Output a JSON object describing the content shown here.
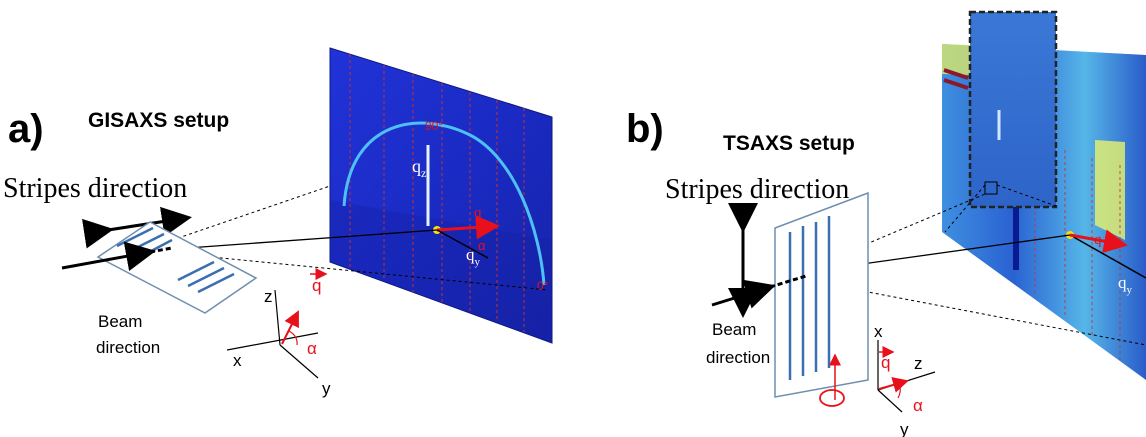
{
  "panel_a": {
    "letter": "a)",
    "title": "GISAXS setup",
    "stripes_label": "Stripes direction",
    "beam_label_1": "Beam",
    "beam_label_2": "direction",
    "axis_x": "x",
    "axis_y": "y",
    "axis_z": "z",
    "q_label": "q",
    "alpha_label": "α",
    "detector_labels": {
      "deg90": "90°",
      "deg0": "0°",
      "qz": "q",
      "qz_sub": "z",
      "qy": "q",
      "qy_sub": "y",
      "q": "q",
      "alpha": "α"
    }
  },
  "panel_b": {
    "letter": "b)",
    "title": "TSAXS setup",
    "stripes_label": "Stripes direction",
    "beam_label_1": "Beam",
    "beam_label_2": "direction",
    "axis_x": "x",
    "axis_y": "y",
    "axis_z": "z",
    "q_label": "q",
    "alpha_label": "α",
    "detector_labels": {
      "q": "q",
      "qy": "q",
      "qy_sub": "y"
    }
  },
  "colors": {
    "red": "#e8101a",
    "detector_blue": "#1a2fcf",
    "black": "#000000",
    "stripe_blue": "#3a6fb0",
    "sample_outline": "#6f8fb0"
  }
}
